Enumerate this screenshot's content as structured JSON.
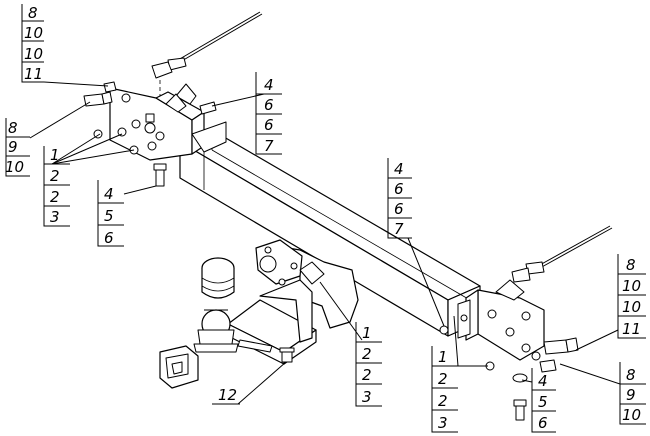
{
  "callouts": [
    {
      "id": "top-left",
      "labels": [
        "8",
        "10",
        "10",
        "11"
      ]
    },
    {
      "id": "left-mid",
      "labels": [
        "8",
        "9",
        "10"
      ]
    },
    {
      "id": "left-washers",
      "labels": [
        "1",
        "2",
        "2",
        "3"
      ]
    },
    {
      "id": "left-bolt",
      "labels": [
        "4",
        "5",
        "6"
      ]
    },
    {
      "id": "top-center",
      "labels": [
        "4",
        "6",
        "6",
        "7"
      ]
    },
    {
      "id": "center-right",
      "labels": [
        "4",
        "6",
        "6",
        "7"
      ]
    },
    {
      "id": "center-bracket",
      "labels": [
        "1",
        "2",
        "2",
        "3"
      ]
    },
    {
      "id": "bottom-left",
      "labels": [
        "12"
      ]
    },
    {
      "id": "right-top",
      "labels": [
        "8",
        "10",
        "10",
        "11"
      ]
    },
    {
      "id": "right-mid",
      "labels": [
        "8",
        "9",
        "10"
      ]
    },
    {
      "id": "bottom-center",
      "labels": [
        "1",
        "2",
        "2",
        "3"
      ]
    },
    {
      "id": "bottom-right",
      "labels": [
        "4",
        "5",
        "6"
      ]
    }
  ]
}
